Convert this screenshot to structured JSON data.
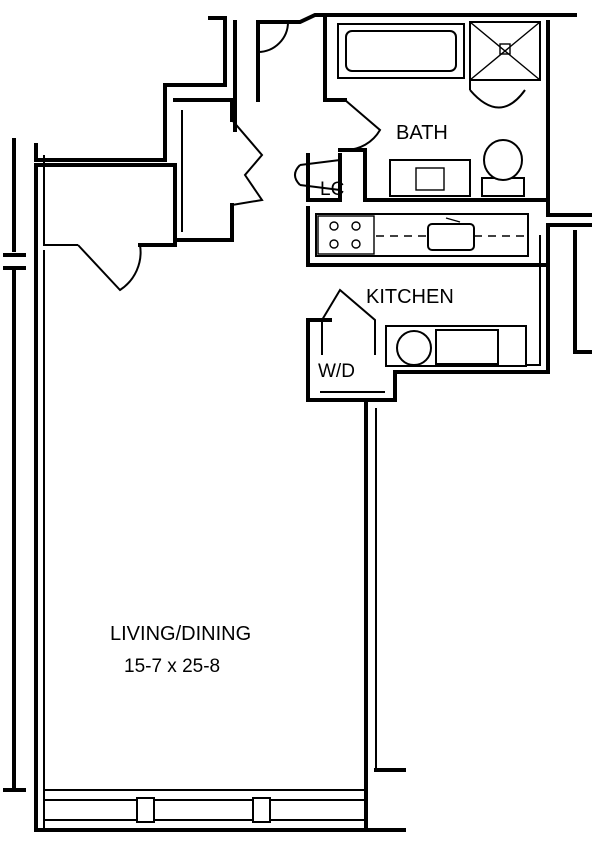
{
  "rooms": {
    "bath": {
      "label": "BATH"
    },
    "linen_closet": {
      "label": "LC"
    },
    "kitchen": {
      "label": "KITCHEN"
    },
    "washer_dryer": {
      "label": "W/D"
    },
    "living_dining": {
      "label": "LIVING/DINING",
      "dimensions": "15-7 x 25-8"
    }
  }
}
